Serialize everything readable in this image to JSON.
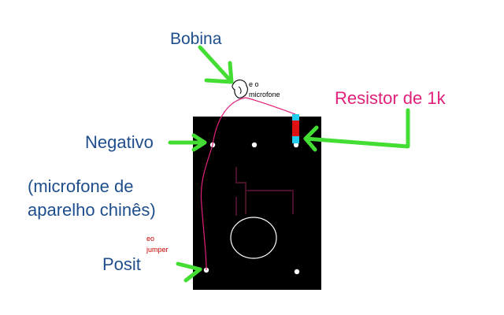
{
  "labels": {
    "bobina": "Bobina",
    "microfone_line1": "e o",
    "microfone_line2": "microfone",
    "resistor": "Resistor de 1k",
    "negativo": "Negativo",
    "note_line1": "(microfone de",
    "note_line2": "aparelho chinês)",
    "jumper_line1": "eo",
    "jumper_line2": "jumper",
    "positivo": "Posit"
  },
  "colors": {
    "label": "#1f4e8c",
    "resistor_label": "#e0207a",
    "arrow": "#44dd33",
    "board": "#000000",
    "wire": "#e0207a",
    "resistor_body": "#dd1111",
    "resistor_caps": "#22ccee"
  }
}
